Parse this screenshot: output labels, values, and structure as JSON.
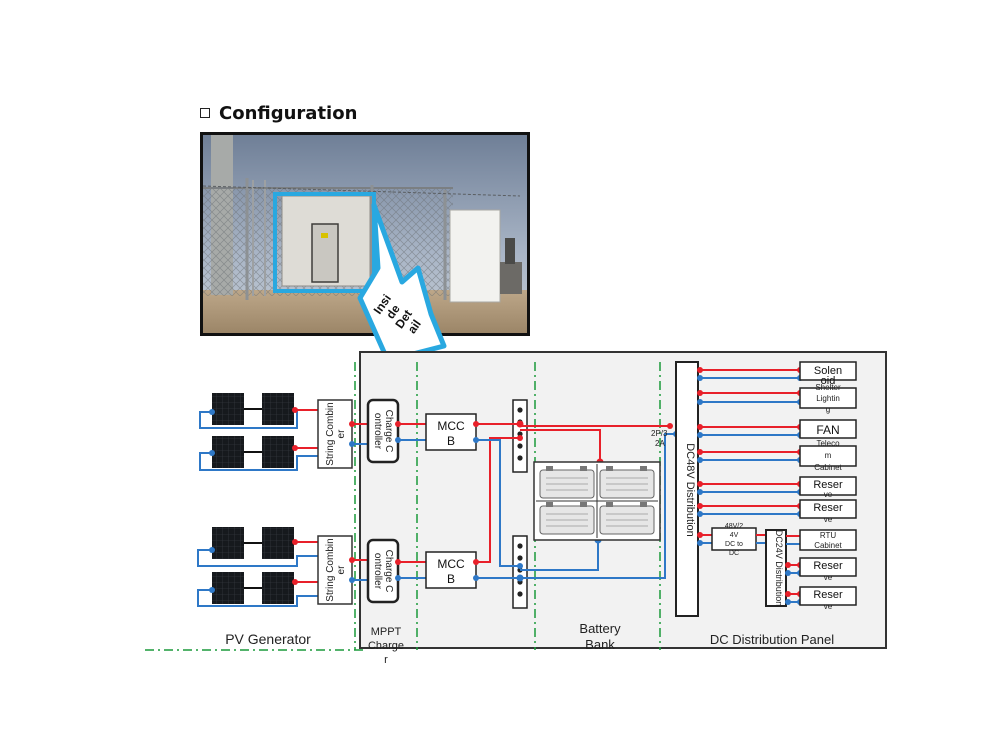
{
  "heading": "Configuration",
  "photo": {
    "overlay_label": [
      "Insi",
      "de",
      "Det",
      "ail"
    ]
  },
  "sections": {
    "pv": "PV Generator",
    "mppt": [
      "MPPT",
      "Charge",
      "r"
    ],
    "battery": [
      "Battery",
      "Bank"
    ],
    "dc": "DC Distribution Panel"
  },
  "combiners": [
    "String Combin",
    "er"
  ],
  "charge_controllers": [
    "Charge C",
    "ontroller"
  ],
  "mccb": [
    "MCC",
    "B"
  ],
  "breaker_label": [
    "2P/3",
    "2A"
  ],
  "dc48_bus": "DC48V Distribution",
  "dc_converter": [
    "48V/2",
    "4V",
    "DC to",
    "DC"
  ],
  "dc24_bus": "DC24V Distribution",
  "loads_48v": [
    [
      "Solen",
      "oid"
    ],
    [
      "Shelter",
      "Lightin",
      "g"
    ],
    [
      "FAN"
    ],
    [
      "Teleco",
      "m",
      "Cabinet"
    ],
    [
      "Reser",
      "ve"
    ],
    [
      "Reser",
      "ve"
    ]
  ],
  "loads_24v": [
    [
      "RTU",
      "Cabinet"
    ],
    [
      "Reser",
      "ve"
    ],
    [
      "Reser",
      "ve"
    ]
  ],
  "colors": {
    "positive": "#e8202a",
    "negative": "#2e78c7",
    "boundary": "#1a9a3a",
    "highlight": "#29a8e0"
  }
}
